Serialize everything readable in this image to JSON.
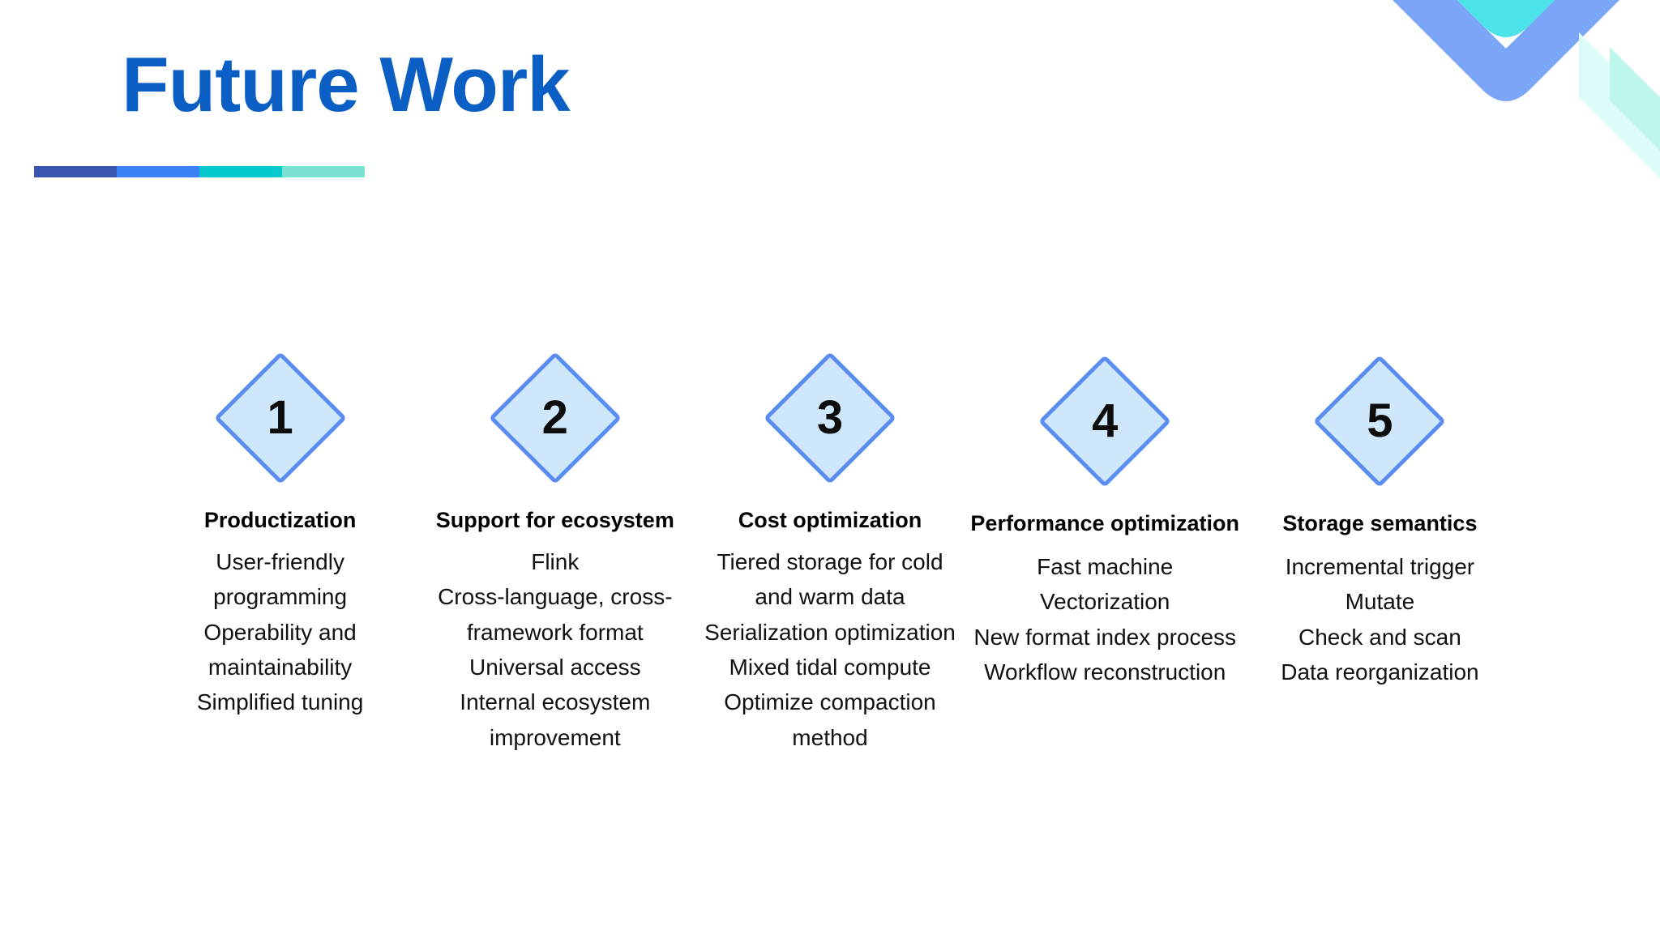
{
  "slide": {
    "title": "Future Work",
    "title_color": "#0b5fc4",
    "background_color": "#ffffff"
  },
  "accent_bar": {
    "segments": [
      {
        "name": "segment-dark-blue",
        "color": "#3a55ad"
      },
      {
        "name": "segment-blue",
        "color": "#3b82f6"
      },
      {
        "name": "segment-cyan",
        "color": "#04c9cf"
      },
      {
        "name": "segment-mint",
        "color": "#7ce0d3"
      }
    ]
  },
  "decor": {
    "chevron_outer_color": "#7ba6f7",
    "chevron_middle_color": "#4ce3e8",
    "chevron_inner_color": "#b8fbf0",
    "chevron_faint_outer_color": "#ddfbf8",
    "chevron_faint_inner_color": "#bdf7ec"
  },
  "diamond": {
    "fill_color": "#cfe7fb",
    "border_color": "#5b8cf0",
    "number_color": "#0d0d0d"
  },
  "columns": [
    {
      "number": "1",
      "heading": "Productization",
      "items": [
        "User-friendly",
        "programming",
        "Operability and",
        "maintainability",
        "Simplified tuning"
      ]
    },
    {
      "number": "2",
      "heading": "Support for ecosystem",
      "items": [
        "Flink",
        "Cross-language, cross-",
        "framework format",
        "Universal access",
        "Internal ecosystem",
        "improvement"
      ]
    },
    {
      "number": "3",
      "heading": "Cost optimization",
      "items": [
        "Tiered storage for cold",
        "and warm data",
        "Serialization optimization",
        "Mixed tidal compute",
        "Optimize compaction",
        "method"
      ]
    },
    {
      "number": "4",
      "heading": "Performance optimization",
      "items": [
        "Fast machine",
        "Vectorization",
        "New format index process",
        "Workflow reconstruction"
      ]
    },
    {
      "number": "5",
      "heading": "Storage semantics",
      "items": [
        "Incremental trigger",
        "Mutate",
        "Check and scan",
        "Data reorganization"
      ]
    }
  ]
}
